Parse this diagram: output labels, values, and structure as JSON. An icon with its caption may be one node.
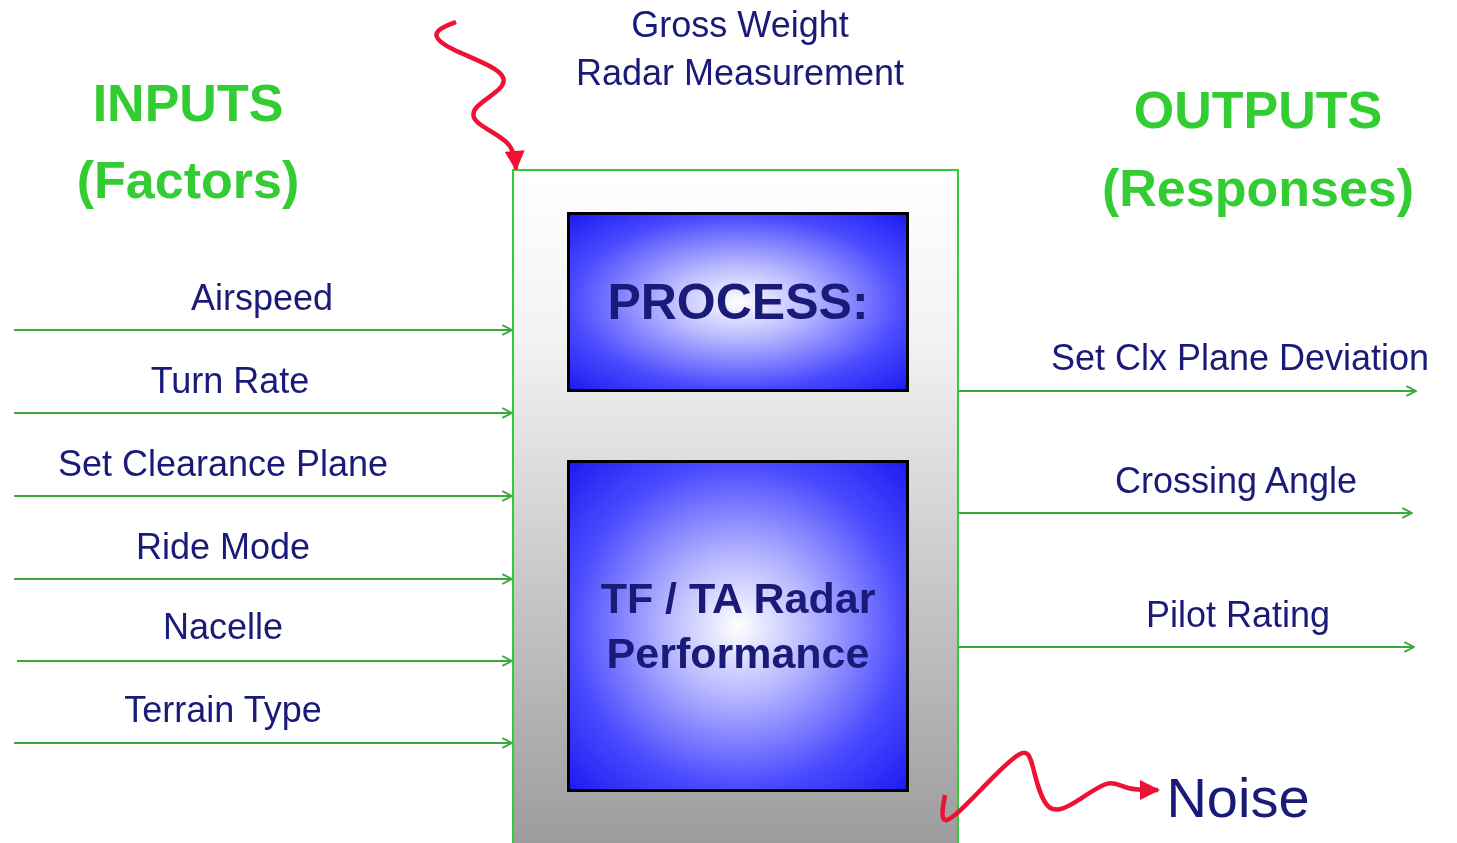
{
  "diagram": {
    "nodes": [
      {
        "text": [],
        "shape": "box"
      },
      {
        "text": [
          "PROCESS:"
        ],
        "in": 0
      },
      {
        "text": [
          "TF / TA Radar Performance"
        ],
        "in": 0
      },
      {
        "text": [
          "Noise"
        ]
      }
    ],
    "edges": [
      {
        "from": null,
        "to": 0,
        "arrow": "to",
        "label": "Airspeed"
      },
      {
        "from": null,
        "to": 0,
        "arrow": "to",
        "label": "Turn Rate"
      },
      {
        "from": null,
        "to": 0,
        "arrow": "to",
        "label": "Set Clearance Plane"
      },
      {
        "from": null,
        "to": 0,
        "arrow": "to",
        "label": "Ride Mode"
      },
      {
        "from": null,
        "to": 0,
        "arrow": "to",
        "label": "Nacelle"
      },
      {
        "from": null,
        "to": 0,
        "arrow": "to",
        "label": "Terrain Type"
      },
      {
        "from": 0,
        "to": null,
        "arrow": "to",
        "label": "Set Clx Plane Deviation"
      },
      {
        "from": 0,
        "to": null,
        "arrow": "to",
        "label": "Crossing Angle"
      },
      {
        "from": 0,
        "to": null,
        "arrow": "to",
        "label": "Pilot Rating"
      },
      {
        "from": null,
        "to": 0,
        "arrow": "to",
        "style": "thick",
        "color": "#ee1133"
      },
      {
        "from": 0,
        "to": 3,
        "arrow": "to",
        "style": "thick",
        "color": "#ee1133"
      }
    ],
    "labels": [
      "Gross Weight",
      "Radar Measurement",
      "INPUTS",
      "(Factors)",
      "OUTPUTS",
      "(Responses)"
    ]
  }
}
